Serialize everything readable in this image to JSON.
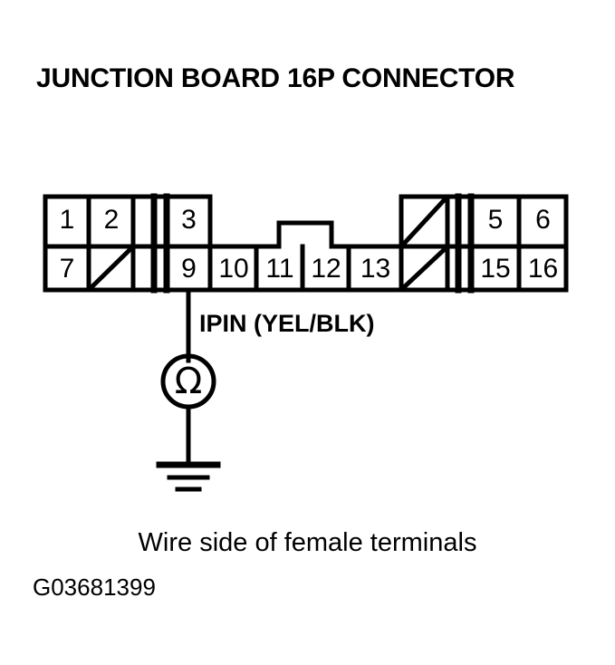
{
  "title": "JUNCTION BOARD 16P CONNECTOR",
  "caption": "Wire side of female terminals",
  "reference_code": "G03681399",
  "probe": {
    "label": "IPIN (YEL/BLK)",
    "meter_symbol": "Ω",
    "meter_name": "ohmmeter",
    "ground_name": "chassis-ground"
  },
  "connector": {
    "name": "Junction Board 16P Connector",
    "pin_count": 16,
    "probed_pin": "9",
    "top_row": [
      {
        "label": "1",
        "blank": false
      },
      {
        "label": "2",
        "blank": false
      },
      {
        "label": "",
        "blank": true
      },
      {
        "label": "3",
        "blank": false
      },
      {
        "label": "",
        "blank": true
      },
      {
        "label": "5",
        "blank": false
      },
      {
        "label": "6",
        "blank": false
      }
    ],
    "bottom_row": [
      {
        "label": "7",
        "blank": false
      },
      {
        "label": "",
        "blank": true
      },
      {
        "label": "9",
        "blank": false
      },
      {
        "label": "10",
        "blank": false
      },
      {
        "label": "11",
        "blank": false
      },
      {
        "label": "12",
        "blank": false
      },
      {
        "label": "13",
        "blank": false
      },
      {
        "label": "",
        "blank": true
      },
      {
        "label": "15",
        "blank": false
      },
      {
        "label": "16",
        "blank": false
      }
    ]
  },
  "colors": {
    "ink": "#000000",
    "background": "#ffffff"
  }
}
